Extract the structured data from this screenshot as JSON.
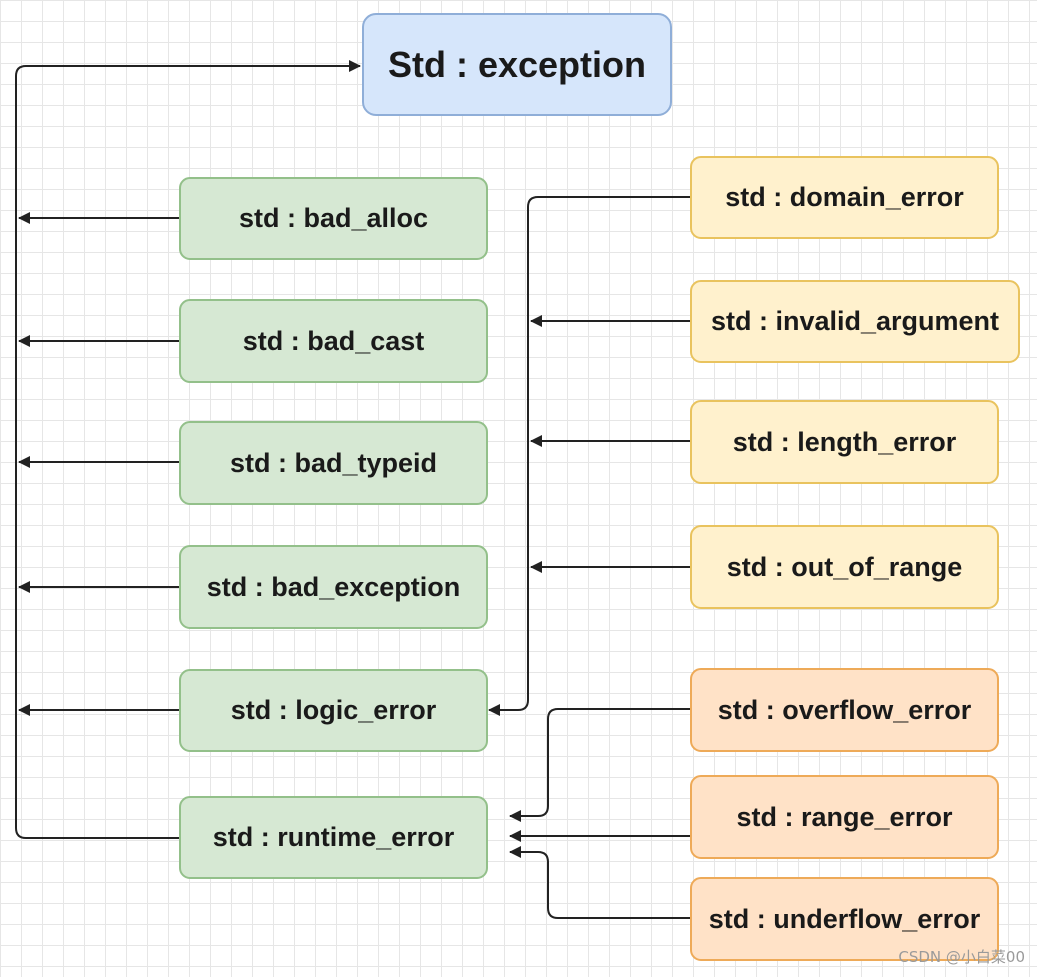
{
  "root": {
    "label": "Std : exception"
  },
  "direct_children": [
    {
      "label": "std : bad_alloc"
    },
    {
      "label": "std : bad_cast"
    },
    {
      "label": "std : bad_typeid"
    },
    {
      "label": "std : bad_exception"
    },
    {
      "label": "std : logic_error"
    },
    {
      "label": "std : runtime_error"
    }
  ],
  "logic_error_children": [
    {
      "label": "std : domain_error"
    },
    {
      "label": "std : invalid_argument"
    },
    {
      "label": "std : length_error"
    },
    {
      "label": "std : out_of_range"
    }
  ],
  "runtime_error_children": [
    {
      "label": "std : overflow_error"
    },
    {
      "label": "std : range_error"
    },
    {
      "label": "std : underflow_error"
    }
  ],
  "watermark": "CSDN @小白菜00",
  "colors": {
    "root_fill": "#d6e6fb",
    "direct_child_fill": "#d6e8d3",
    "logic_child_fill": "#fff1cd",
    "runtime_child_fill": "#ffe2c7",
    "edge": "#222222"
  }
}
